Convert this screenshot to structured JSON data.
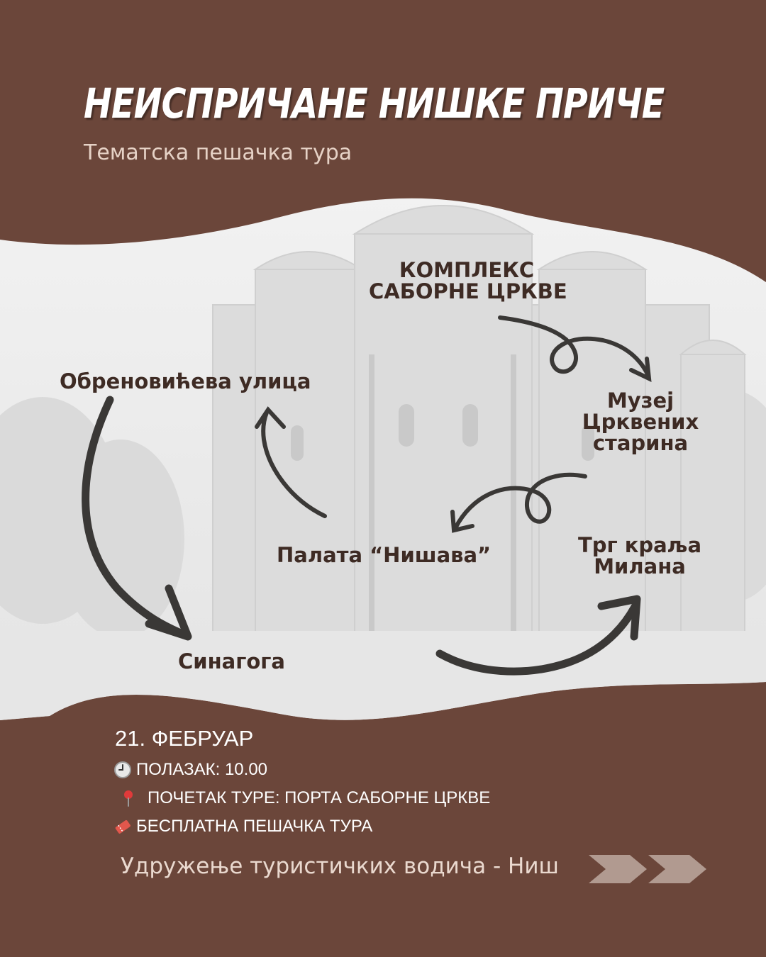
{
  "header": {
    "title": "НЕИСПРИЧАНЕ НИШКЕ ПРИЧЕ",
    "subtitle": "Тематска пешачка тура"
  },
  "route": {
    "stops": [
      {
        "line1": "КОМПЛЕКС",
        "line2": "САБОРНЕ ЦРКВЕ"
      },
      {
        "line1": "Музеј",
        "line2": "Црквених",
        "line3": "старина"
      },
      {
        "line1": "Трг краља",
        "line2": "Милана"
      },
      {
        "line1": "Палата “Нишава”"
      },
      {
        "line1": "Обреновићева улица"
      },
      {
        "line1": "Синагога"
      }
    ]
  },
  "details": {
    "date": "21. ФЕБРУАР",
    "departure": "ПОЛАЗАК: 10.00",
    "start": "ПОЧЕТАК ТУРЕ: ПОРТА САБОРНЕ ЦРКВЕ",
    "price": "БЕСПЛАТНА ПЕШАЧКА ТУРА",
    "icons": [
      "clock-icon",
      "pin-icon",
      "ticket-icon"
    ]
  },
  "footer": {
    "organizer": "Удружење туристичких водича - Ниш"
  },
  "colors": {
    "background": "#6b463a",
    "panel": "#efefef",
    "stop_text": "#3e2b24",
    "arrow": "#3a3836",
    "chevron": "#b19a90"
  }
}
